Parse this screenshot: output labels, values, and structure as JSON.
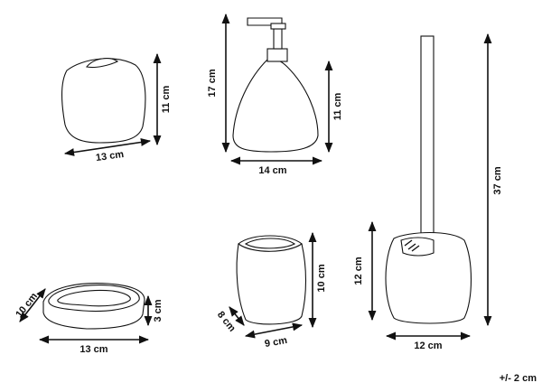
{
  "products": {
    "toothbrush_holder": {
      "width": "13 cm",
      "height": "11 cm"
    },
    "soap_dispenser": {
      "height_total": "17 cm",
      "height_body": "11 cm",
      "width": "14 cm"
    },
    "toilet_brush": {
      "height_total": "37 cm",
      "height_holder": "12 cm",
      "width": "12 cm"
    },
    "soap_dish": {
      "depth": "10 cm",
      "height": "3 cm",
      "width": "13 cm"
    },
    "tumbler": {
      "depth": "8 cm",
      "width": "9 cm",
      "height": "10 cm"
    }
  },
  "tolerance": "+/- 2 cm"
}
